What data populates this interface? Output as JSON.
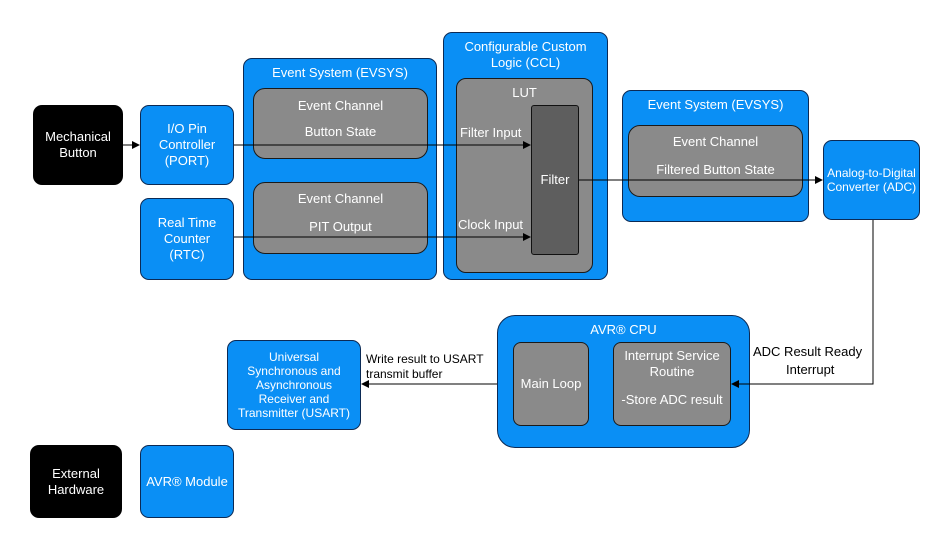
{
  "blocks": {
    "mechanical_button": "Mechanical Button",
    "io_pin_controller": "I/O Pin Controller (PORT)",
    "real_time_counter": "Real Time Counter (RTC)",
    "evsys_left_title": "Event System (EVSYS)",
    "event_channel_1_title": "Event Channel",
    "event_channel_1_signal": "Button State",
    "event_channel_2_title": "Event Channel",
    "event_channel_2_signal": "PIT Output",
    "ccl_title": "Configurable Custom Logic (CCL)",
    "lut_title": "LUT",
    "filter_input": "Filter Input",
    "clock_input": "Clock Input",
    "filter": "Filter",
    "evsys_right_title": "Event System (EVSYS)",
    "event_channel_3_title": "Event Channel",
    "event_channel_3_signal": "Filtered Button State",
    "adc": "Analog-to-Digital Converter (ADC)",
    "cpu_title": "AVR® CPU",
    "main_loop": "Main Loop",
    "isr_title": "Interrupt Service Routine",
    "isr_action": "-Store ADC result",
    "usart": "Universal Synchronous and Asynchronous Receiver and Transmitter (USART)"
  },
  "connections": {
    "adc_result_ready": "ADC Result Ready",
    "interrupt": "Interrupt",
    "write_result": "Write result to USART",
    "transmit_buffer": "transmit buffer"
  },
  "legend": {
    "external_hardware": "External Hardware",
    "avr_module": "AVR® Module"
  },
  "colors": {
    "module_blue": "#0a8ff5",
    "channel_gray": "#8a8a8a",
    "filter_dark": "#5e5e5e",
    "external_black": "#000000"
  }
}
